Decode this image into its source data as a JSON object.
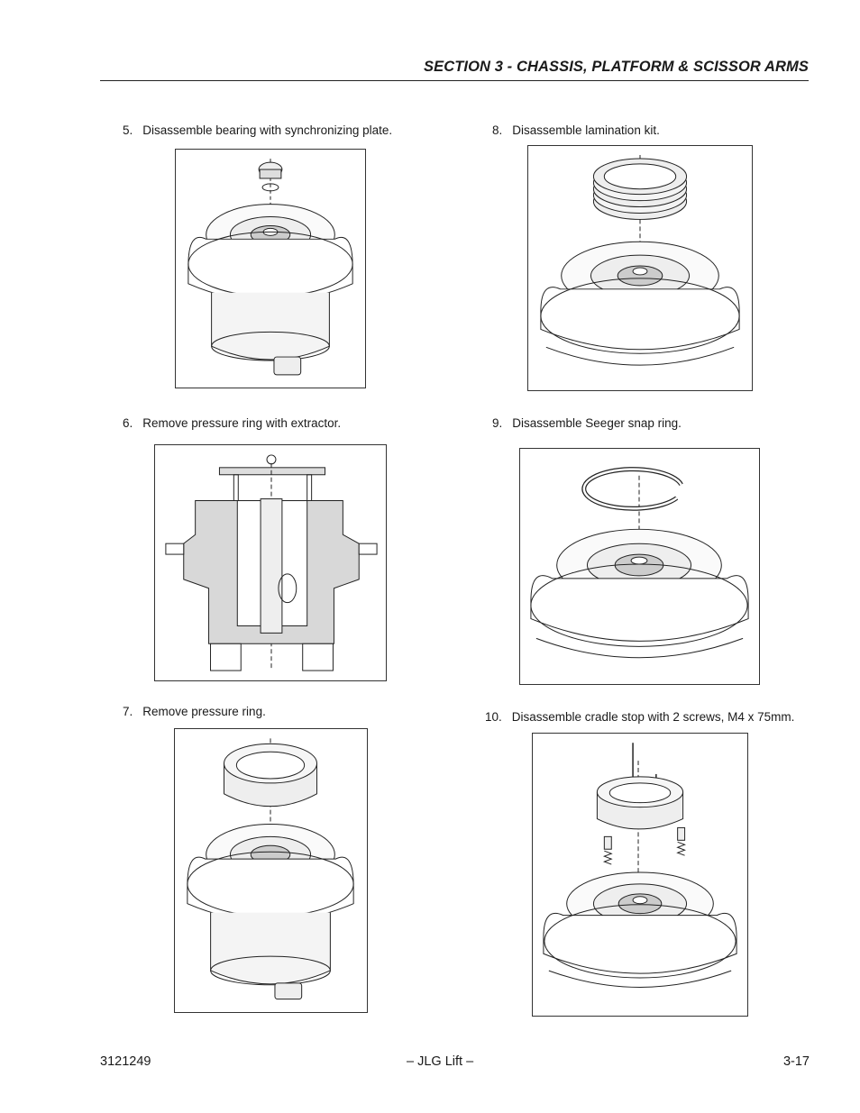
{
  "header": {
    "title": "SECTION 3 - CHASSIS, PLATFORM & SCISSOR ARMS"
  },
  "steps": [
    {
      "number": "5.",
      "text": "Disassemble bearing with synchronizing plate."
    },
    {
      "number": "6.",
      "text": "Remove pressure ring with extractor."
    },
    {
      "number": "7.",
      "text": "Remove pressure ring."
    },
    {
      "number": "8.",
      "text": "Disassemble lamination kit."
    },
    {
      "number": "9.",
      "text": "Disassemble Seeger snap ring."
    },
    {
      "number": "10.",
      "text": "Disassemble cradle stop with 2 screws, M4 x 75mm."
    }
  ],
  "footer": {
    "doc_number": "3121249",
    "brand": "– JLG Lift –",
    "page": "3-17"
  }
}
